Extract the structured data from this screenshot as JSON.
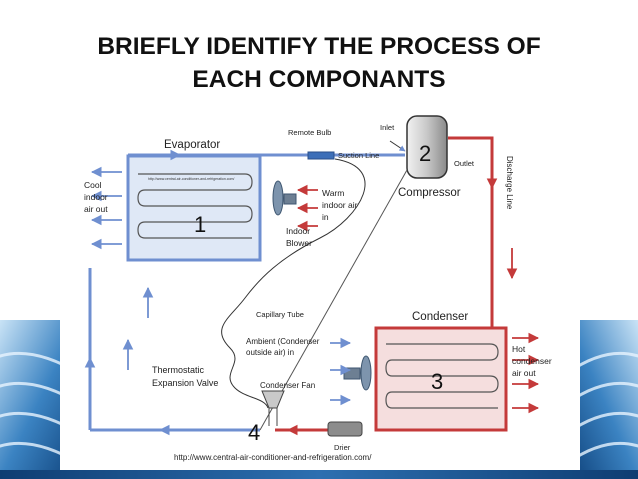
{
  "slide": {
    "title_line1": "BRIEFLY IDENTIFY THE PROCESS OF",
    "title_line2": "EACH COMPONANTS"
  },
  "diagram": {
    "labels": {
      "evaporator": "Evaporator",
      "remote_bulb": "Remote Bulb",
      "inlet": "Inlet",
      "suction_line": "Suction Line",
      "outlet": "Outlet",
      "compressor": "Compressor",
      "discharge_line": "Discharge Line",
      "cool_line1": "Cool",
      "cool_line2": "indoor",
      "cool_line3": "air out",
      "warm_line1": "Warm",
      "warm_line2": "indoor air",
      "warm_line3": "in",
      "blower_line1": "Indoor",
      "blower_line2": "Blower",
      "capillary_tube": "Capillary Tube",
      "condenser": "Condenser",
      "ambient_line1": "Ambient (Condenser",
      "ambient_line2": "outside air) in",
      "thermostatic_line1": "Thermostatic",
      "thermostatic_line2": "Expansion Valve",
      "condenser_fan": "Condenser Fan",
      "hot_line1": "Hot",
      "hot_line2": "condenser",
      "hot_line3": "air out",
      "drier": "Drier",
      "url": "http://www.central-air-conditioner-and-refrigeration.com/",
      "watermark_url": "http://www.central-air-conditioner-and-refrigeration.com/"
    },
    "numbers": {
      "evaporator": "1",
      "compressor": "2",
      "condenser": "3",
      "expansion_valve": "4"
    },
    "colors": {
      "cold_line": "#6f8fd0",
      "hot_line": "#c43a3a",
      "evaporator_fill": "#dfe8f6",
      "condenser_fill": "#f5dede",
      "compressor_fill": "#dcdcdc",
      "text": "#222222"
    }
  }
}
